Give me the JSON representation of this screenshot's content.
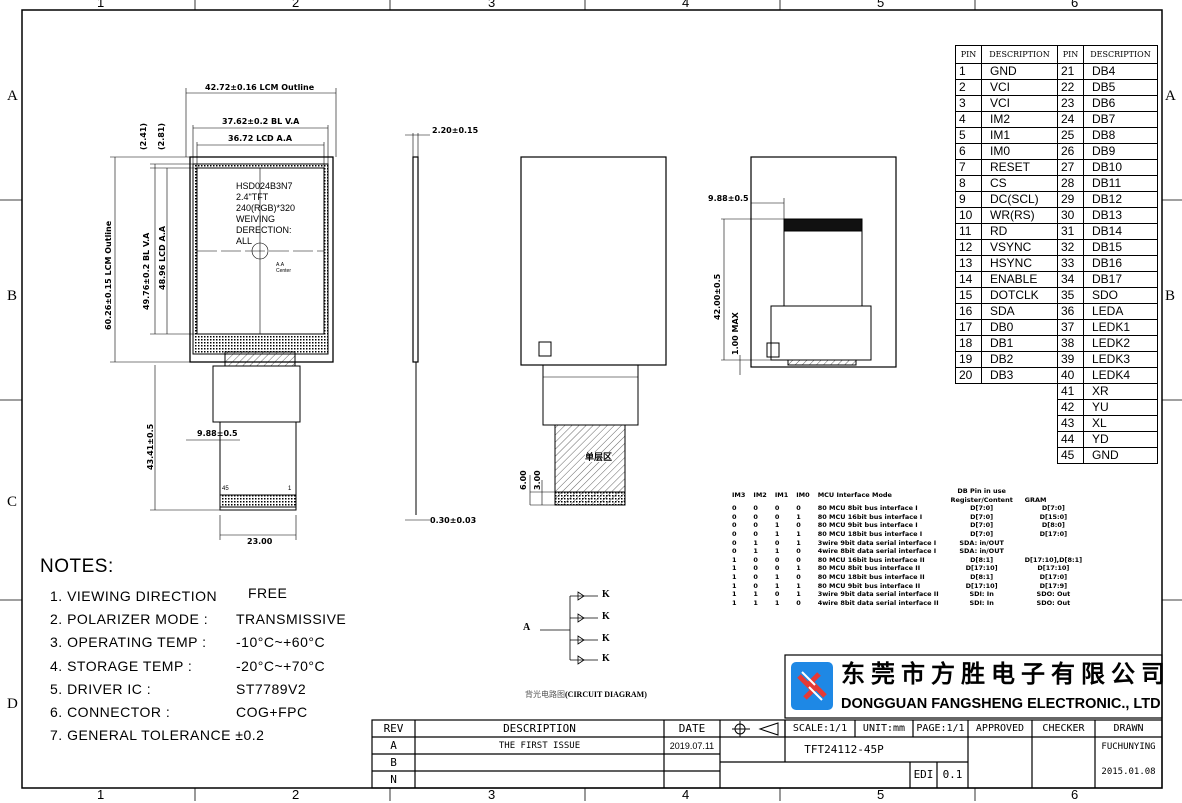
{
  "frame": {
    "cols": [
      "1",
      "2",
      "3",
      "4",
      "5",
      "6"
    ],
    "rows": [
      "A",
      "B",
      "C",
      "D"
    ]
  },
  "front_view": {
    "lcm_width": "42.72±0.16 LCM Outline",
    "bl_width": "37.62±0.2 BL V.A",
    "lcd_width": "36.72 LCD A.A",
    "top_gap1": "(2.41)",
    "top_gap2": "(2.81)",
    "lcm_height": "60.26±0.15 LCM Outline",
    "bl_height": "49.76±0.2 BL V.A",
    "lcd_height": "48.96 LCD A.A",
    "fpc_length": "43.41±0.5",
    "fpc_offset": "9.88±0.5",
    "fpc_width": "23.00",
    "fpc_pin_first": "45",
    "fpc_pin_last": "1",
    "aa_center": "A.A Center",
    "label_lines": [
      "HSD024B3N7",
      "2.4\"TFT",
      "240(RGB)*320",
      "WEIVING",
      "DERECTION:",
      "ALL"
    ]
  },
  "side_view": {
    "thickness": "2.20±0.15",
    "fpc_thickness": "0.30±0.03"
  },
  "back_view": {
    "stiffener_label": "单层区",
    "dim1": "6.00",
    "dim2": "3.00"
  },
  "right_view": {
    "offset": "9.88±0.5",
    "height": "42.00±0.5",
    "max": "1.00 MAX"
  },
  "pins": {
    "header": [
      "PIN",
      "DESCRIPTION",
      "PIN",
      "DESCRIPTION"
    ],
    "left": [
      [
        "1",
        "GND"
      ],
      [
        "2",
        "VCI"
      ],
      [
        "3",
        "VCI"
      ],
      [
        "4",
        "IM2"
      ],
      [
        "5",
        "IM1"
      ],
      [
        "6",
        "IM0"
      ],
      [
        "7",
        "RESET"
      ],
      [
        "8",
        "CS"
      ],
      [
        "9",
        "DC(SCL)"
      ],
      [
        "10",
        "WR(RS)"
      ],
      [
        "11",
        "RD"
      ],
      [
        "12",
        "VSYNC"
      ],
      [
        "13",
        "HSYNC"
      ],
      [
        "14",
        "ENABLE"
      ],
      [
        "15",
        "DOTCLK"
      ],
      [
        "16",
        "SDA"
      ],
      [
        "17",
        "DB0"
      ],
      [
        "18",
        "DB1"
      ],
      [
        "19",
        "DB2"
      ],
      [
        "20",
        "DB3"
      ]
    ],
    "right": [
      [
        "21",
        "DB4"
      ],
      [
        "22",
        "DB5"
      ],
      [
        "23",
        "DB6"
      ],
      [
        "24",
        "DB7"
      ],
      [
        "25",
        "DB8"
      ],
      [
        "26",
        "DB9"
      ],
      [
        "27",
        "DB10"
      ],
      [
        "28",
        "DB11"
      ],
      [
        "29",
        "DB12"
      ],
      [
        "30",
        "DB13"
      ],
      [
        "31",
        "DB14"
      ],
      [
        "32",
        "DB15"
      ],
      [
        "33",
        "DB16"
      ],
      [
        "34",
        "DB17"
      ],
      [
        "35",
        "SDO"
      ],
      [
        "36",
        "LEDA"
      ],
      [
        "37",
        "LEDK1"
      ],
      [
        "38",
        "LEDK2"
      ],
      [
        "39",
        "LEDK3"
      ],
      [
        "40",
        "LEDK4"
      ],
      [
        "41",
        "XR"
      ],
      [
        "42",
        "YU"
      ],
      [
        "43",
        "XL"
      ],
      [
        "44",
        "YD"
      ],
      [
        "45",
        "GND"
      ]
    ]
  },
  "interface": {
    "header": [
      "IM3",
      "IM2",
      "IM1",
      "IM0",
      "MCU Interface Mode",
      "DB Pin in use Register/Content",
      "GRAM"
    ],
    "rows": [
      [
        "0",
        "0",
        "0",
        "0",
        "80 MCU 8bit bus interface I",
        "D[7:0]",
        "D[7:0]"
      ],
      [
        "0",
        "0",
        "0",
        "1",
        "80 MCU 16bit bus interface I",
        "D[7:0]",
        "D[15:0]"
      ],
      [
        "0",
        "0",
        "1",
        "0",
        "80 MCU 9bit bus interface I",
        "D[7:0]",
        "D[8:0]"
      ],
      [
        "0",
        "0",
        "1",
        "1",
        "80 MCU 18bit bus interface I",
        "D[7:0]",
        "D[17:0]"
      ],
      [
        "0",
        "1",
        "0",
        "1",
        "3wire 9bit data serial interface I",
        "SDA: in/OUT",
        ""
      ],
      [
        "0",
        "1",
        "1",
        "0",
        "4wire 8bit data serial interface I",
        "SDA: in/OUT",
        ""
      ],
      [
        "1",
        "0",
        "0",
        "0",
        "80 MCU 16bit bus interface II",
        "D[8:1]",
        "D[17:10],D[8:1]"
      ],
      [
        "1",
        "0",
        "0",
        "1",
        "80 MCU 8bit bus interface II",
        "D[17:10]",
        "D[17:10]"
      ],
      [
        "1",
        "0",
        "1",
        "0",
        "80 MCU 18bit bus interface II",
        "D[8:1]",
        "D[17:0]"
      ],
      [
        "1",
        "0",
        "1",
        "1",
        "80 MCU 9bit bus interface II",
        "D[17:10]",
        "D[17:9]"
      ],
      [
        "1",
        "1",
        "0",
        "1",
        "3wire 9bit data serial interface II",
        "SDI: In",
        "SDO: Out"
      ],
      [
        "1",
        "1",
        "1",
        "0",
        "4wire 8bit data serial interface II",
        "SDI: In",
        "SDO: Out"
      ]
    ]
  },
  "notes": {
    "title": "NOTES:",
    "items": [
      [
        "1. VIEWING  DIRECTION",
        "FREE"
      ],
      [
        "2. POLARIZER MODE :",
        "TRANSMISSIVE"
      ],
      [
        "3. OPERATING TEMP  :",
        "-10°C~+60°C"
      ],
      [
        "4. STORAGE TEMP   :",
        "-20°C~+70°C"
      ],
      [
        "5. DRIVER IC      :",
        "ST7789V2"
      ],
      [
        "6. CONNECTOR      :",
        "COG+FPC"
      ],
      [
        "7. GENERAL TOLERANCE ±0.2",
        ""
      ]
    ]
  },
  "circuit": {
    "anode": "A",
    "cathode": "K",
    "caption_cn": "背光电路图",
    "caption_en": "(CIRCUIT  DIAGRAM)"
  },
  "company": {
    "name_cn": "东莞市方胜电子有限公司",
    "name_en": "DONGGUAN FANGSHENG  ELECTRONIC., LTD",
    "logo_color": "#1e88e5",
    "logo_accent": "#e53935"
  },
  "title_block": {
    "rev": "REV",
    "description": "DESCRIPTION",
    "date": "DATE",
    "revisions": [
      [
        "A",
        "THE FIRST ISSUE",
        "2019.07.11"
      ],
      [
        "B",
        "",
        ""
      ],
      [
        "N",
        "",
        ""
      ]
    ],
    "scale": "SCALE:1/1",
    "unit": "UNIT:mm",
    "page": "PAGE:1/1",
    "approved": "APPROVED",
    "checker": "CHECKER",
    "drawn": "DRAWN",
    "part_no": "TFT24112-45P",
    "edi": "EDI",
    "edi_value": "0.1",
    "drawn_by": "FUCHUNYING",
    "drawn_date": "2015.01.08"
  }
}
